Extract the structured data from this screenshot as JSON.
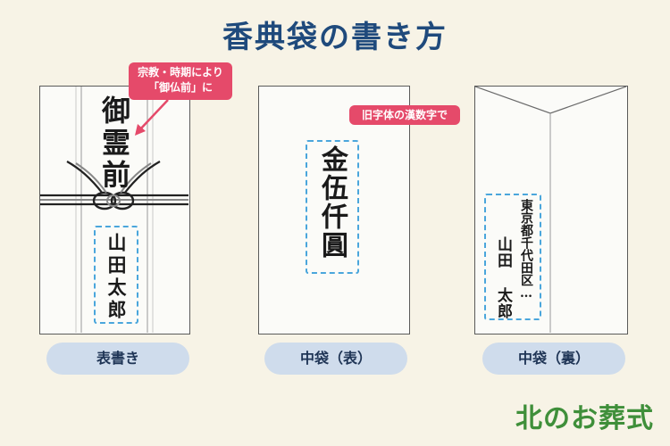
{
  "title": "香典袋の書き方",
  "front": {
    "callout_line1": "宗教・時期により",
    "callout_line2": "「御仏前」に",
    "offering_text": "御霊前",
    "name_text": "山田太郎",
    "label": "表書き"
  },
  "inner_front": {
    "callout": "旧字体の漢数字で",
    "amount_text": "金伍仟圓",
    "label": "中袋（表）"
  },
  "inner_back": {
    "address_text": "東京都千代田区…",
    "name_text": "山田 太郎",
    "label": "中袋（裏）"
  },
  "logo": "北のお葬式",
  "colors": {
    "background": "#f7f3e6",
    "title": "#1f4a7c",
    "callout": "#e54a6a",
    "dashed_box": "#4aa6dc",
    "pill": "#cfdcec",
    "logo": "#3f8f3a"
  }
}
